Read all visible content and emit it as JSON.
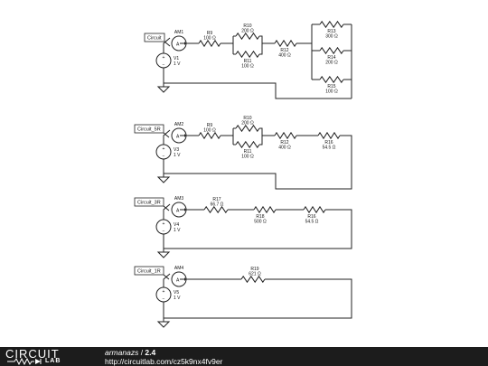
{
  "circuits": [
    {
      "tag": "Circuit",
      "ammeter": "AM1",
      "source": {
        "name": "V1",
        "value": "1 V",
        "plus": "+",
        "minus": "−"
      },
      "resistors": [
        {
          "name": "R9",
          "value": "100 Ω"
        },
        {
          "name": "R10",
          "value": "200 Ω"
        },
        {
          "name": "R11",
          "value": "100 Ω"
        },
        {
          "name": "R12",
          "value": "400 Ω"
        },
        {
          "name": "R13",
          "value": "300 Ω"
        },
        {
          "name": "R14",
          "value": "200 Ω"
        },
        {
          "name": "R15",
          "value": "100 Ω"
        }
      ]
    },
    {
      "tag": "Circuit_5R",
      "ammeter": "AM2",
      "source": {
        "name": "V3",
        "value": "1 V",
        "plus": "+",
        "minus": "−"
      },
      "resistors": [
        {
          "name": "R9",
          "value": "100 Ω"
        },
        {
          "name": "R10",
          "value": "200 Ω"
        },
        {
          "name": "R11",
          "value": "100 Ω"
        },
        {
          "name": "R12",
          "value": "400 Ω"
        },
        {
          "name": "R16",
          "value": "54.5 Ω"
        }
      ]
    },
    {
      "tag": "Circuit_3R",
      "ammeter": "AM3",
      "source": {
        "name": "V4",
        "value": "1 V",
        "plus": "+",
        "minus": "−"
      },
      "resistors": [
        {
          "name": "R17",
          "value": "66.7 Ω"
        },
        {
          "name": "R18",
          "value": "500 Ω"
        },
        {
          "name": "R16",
          "value": "54.5 Ω"
        }
      ]
    },
    {
      "tag": "Circuit_1R",
      "ammeter": "AM4",
      "source": {
        "name": "V5",
        "value": "1 V",
        "plus": "+",
        "minus": "−"
      },
      "resistors": [
        {
          "name": "R19",
          "value": "621 Ω"
        }
      ]
    }
  ],
  "footer": {
    "logo_top": "CIRCUIT",
    "logo_bottom": "LAB",
    "author": "armanazs",
    "separator": " / ",
    "title": "2.4",
    "url": "http://circuitlab.com/cz5k9nx4fv9er"
  },
  "colors": {
    "wire": "#222222",
    "footer_bg": "#1c1c1c",
    "ammeter": "#111111"
  }
}
